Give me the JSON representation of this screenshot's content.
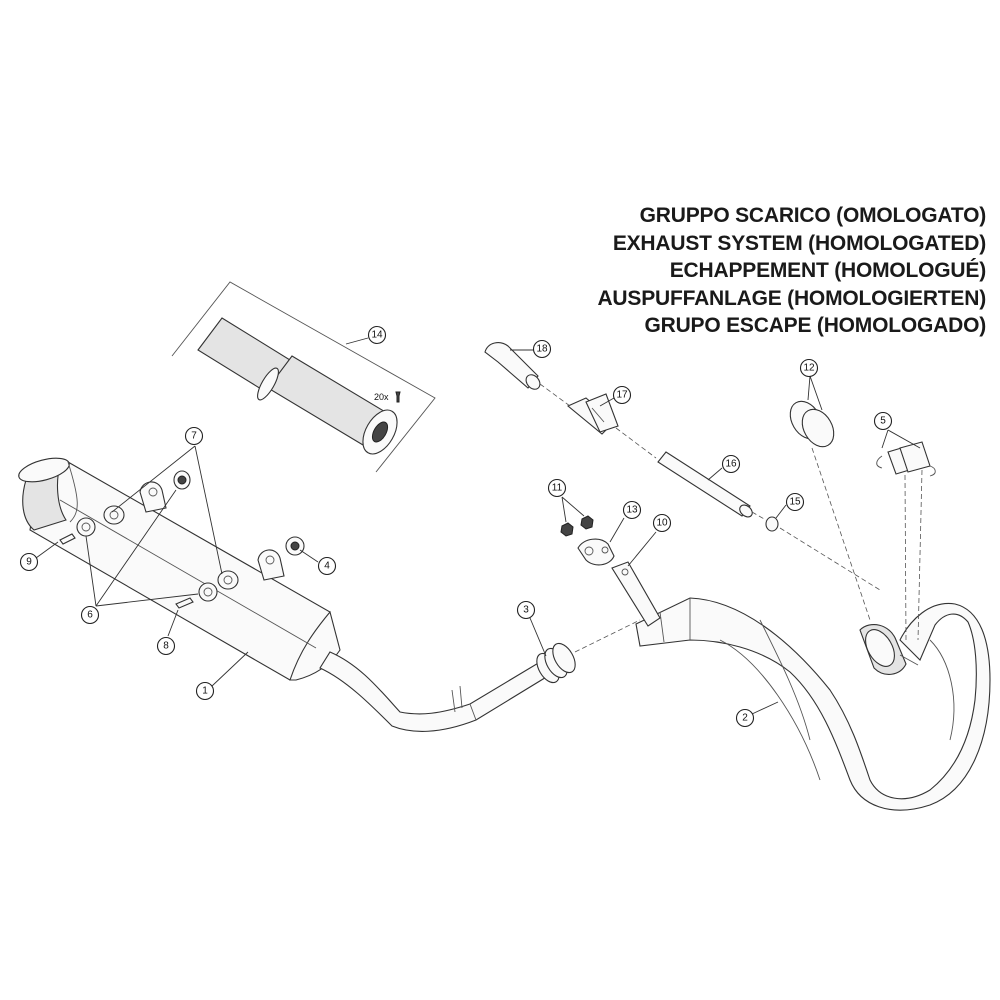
{
  "title_lines": [
    "GRUPPO SCARICO (OMOLOGATO)",
    "EXHAUST SYSTEM (HOMOLOGATED)",
    "ECHAPPEMENT (HOMOLOGUÉ)",
    "AUSPUFFANLAGE (HOMOLOGIERTEN)",
    "GRUPO ESCAPE (HOMOLOGADO)"
  ],
  "callouts": {
    "c1": "1",
    "c2": "2",
    "c3": "3",
    "c4": "4",
    "c5": "5",
    "c6": "6",
    "c7": "7",
    "c8": "8",
    "c9": "9",
    "c10": "10",
    "c11": "11",
    "c12": "12",
    "c13": "13",
    "c14": "14",
    "c15": "15",
    "c16": "16",
    "c17": "17",
    "c18": "18"
  },
  "kit_quantity": "20x"
}
